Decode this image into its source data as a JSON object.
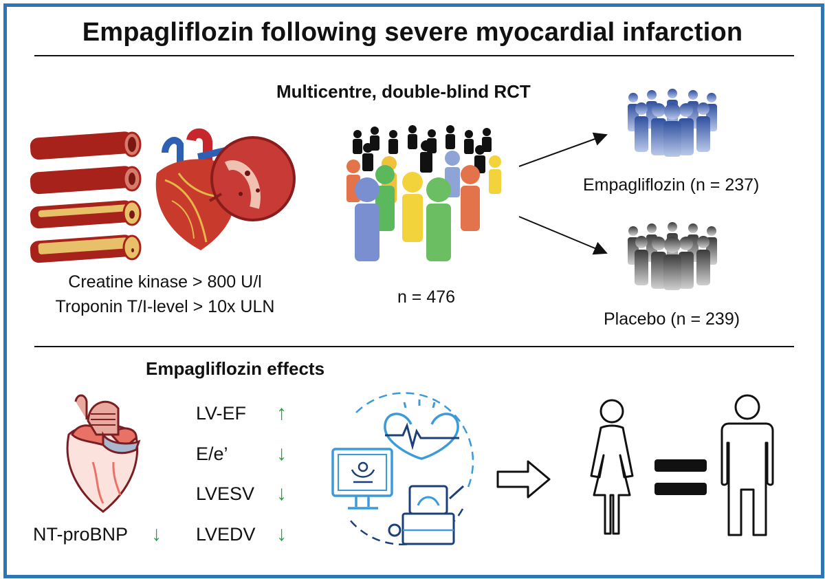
{
  "title": "Empagliflozin following severe myocardial infarction",
  "study_design": "Multicentre, double-blind RCT",
  "inclusion": {
    "line1": "Creatine kinase > 800 U/l",
    "line2": "Troponin T/I-level > 10x ULN"
  },
  "total": "n = 476",
  "arms": {
    "empagliflozin": "Empagliflozin (n = 237)",
    "placebo": "Placebo (n = 239)"
  },
  "effects_heading": "Empagliflozin effects",
  "biomarker": {
    "label": "NT-proBNP",
    "direction": "↓"
  },
  "effects": [
    {
      "label": "LV-EF",
      "direction": "↑"
    },
    {
      "label": "E/e’",
      "direction": "↓"
    },
    {
      "label": "LVESV",
      "direction": "↓"
    },
    {
      "label": "LVEDV",
      "direction": "↓"
    }
  ],
  "colors": {
    "frame": "#2e75b6",
    "arrow_green": "#22a046",
    "empagliflozin_group": "#4d6fb8",
    "placebo_group": "#6a6a6a",
    "artery_red": "#b0201b",
    "echo_blue": "#3b9ad9"
  },
  "icons": [
    "artery-cross-sections",
    "heart-illustration",
    "crowd-icon",
    "echocardiography-icon",
    "female-icon",
    "male-icon",
    "equals-icon",
    "right-arrow-icon"
  ]
}
